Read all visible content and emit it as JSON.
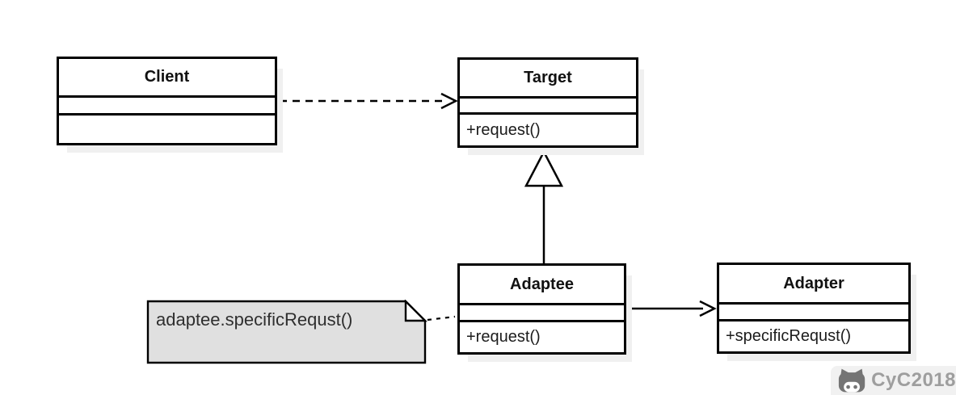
{
  "classes": [
    {
      "name": "Client",
      "method": ""
    },
    {
      "name": "Target",
      "method": "+request()"
    },
    {
      "name": "Adaptee",
      "method": "+request()"
    },
    {
      "name": "Adapter",
      "method": "+specificRequst()"
    }
  ],
  "note": {
    "text": "adaptee.specificRequst()"
  },
  "relationships": [
    {
      "from": "Client",
      "to": "Target",
      "type": "dependency",
      "line": "dashed",
      "arrowhead": "open"
    },
    {
      "from": "Adaptee",
      "to": "Target",
      "type": "generalization",
      "line": "solid",
      "arrowhead": "hollow-triangle"
    },
    {
      "from": "Adaptee",
      "to": "Adapter",
      "type": "association",
      "line": "solid",
      "arrowhead": "open"
    },
    {
      "from": "note",
      "to": "Adaptee",
      "type": "note-anchor",
      "line": "dashed",
      "arrowhead": "none"
    }
  ],
  "watermark": {
    "icon": "cat-logo-icon",
    "text": "CyC2018"
  },
  "colors": {
    "background": "#ffffff",
    "line": "#000000",
    "shadow": "#f0f0f0",
    "note_fill": "#e0e0e0",
    "note_text": "#2f2f2f",
    "watermark_bg": "#f1f1f1",
    "watermark_icon": "#757575",
    "watermark_text": "#9e9e9e"
  }
}
